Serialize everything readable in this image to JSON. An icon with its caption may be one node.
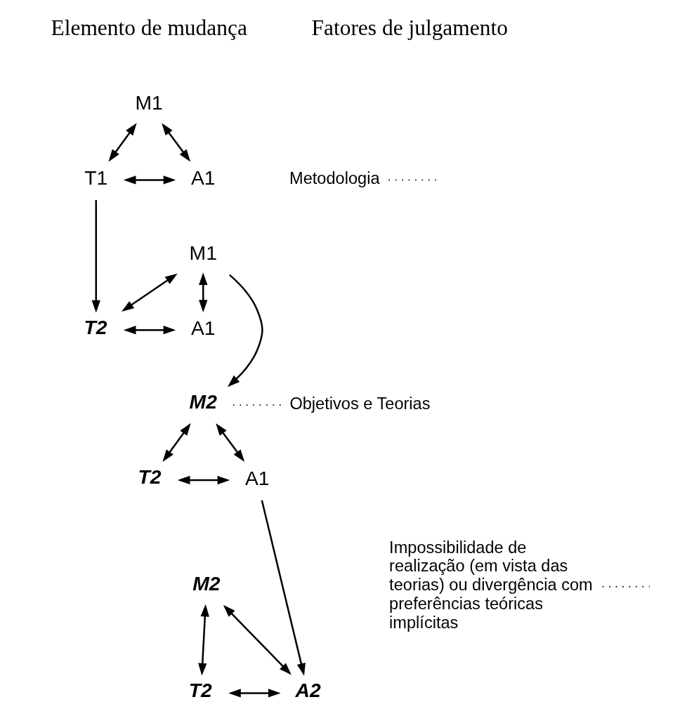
{
  "diagram": {
    "nodes": [
      {
        "text": [
          "M1"
        ]
      },
      {
        "text": [
          "T1"
        ]
      },
      {
        "text": [
          "A1"
        ]
      },
      {
        "text": [
          "M1"
        ]
      },
      {
        "text": [
          "T2"
        ]
      },
      {
        "text": [
          "A1"
        ]
      },
      {
        "text": [
          "M2"
        ]
      },
      {
        "text": [
          "T2"
        ]
      },
      {
        "text": [
          "A1"
        ]
      },
      {
        "text": [
          "M2"
        ]
      },
      {
        "text": [
          "T2"
        ]
      },
      {
        "text": [
          "A2"
        ]
      },
      {
        "text": [
          "Metodologia"
        ]
      },
      {
        "text": [
          "Objetivos e Teorias"
        ]
      },
      {
        "text": [
          "Impossibilidade de realização (em vista das teorias) ou divergência com preferências teóricas implícitas"
        ]
      }
    ],
    "edges": [
      {
        "from": 0,
        "to": 1,
        "arrow": "both"
      },
      {
        "from": 0,
        "to": 2,
        "arrow": "both"
      },
      {
        "from": 1,
        "to": 2,
        "arrow": "both"
      },
      {
        "from": 1,
        "to": 4,
        "arrow": "to"
      },
      {
        "from": 12,
        "to": null,
        "arrow": "none",
        "style": "dashed"
      },
      {
        "from": 3,
        "to": 4,
        "arrow": "both"
      },
      {
        "from": 3,
        "to": 5,
        "arrow": "both"
      },
      {
        "from": 4,
        "to": 5,
        "arrow": "both"
      },
      {
        "from": 3,
        "to": 6,
        "arrow": "to"
      },
      {
        "from": 6,
        "to": 13,
        "arrow": "none",
        "style": "dashed"
      },
      {
        "from": 6,
        "to": 7,
        "arrow": "both"
      },
      {
        "from": 6,
        "to": 8,
        "arrow": "both"
      },
      {
        "from": 7,
        "to": 8,
        "arrow": "both"
      },
      {
        "from": 8,
        "to": 11,
        "arrow": "to"
      },
      {
        "from": 14,
        "to": null,
        "arrow": "none",
        "style": "dashed"
      },
      {
        "from": 9,
        "to": 10,
        "arrow": "both"
      },
      {
        "from": 9,
        "to": 11,
        "arrow": "both"
      },
      {
        "from": 10,
        "to": 11,
        "arrow": "both"
      }
    ],
    "labels": [
      "Elemento de mudança",
      "Fatores de julgamento"
    ]
  }
}
